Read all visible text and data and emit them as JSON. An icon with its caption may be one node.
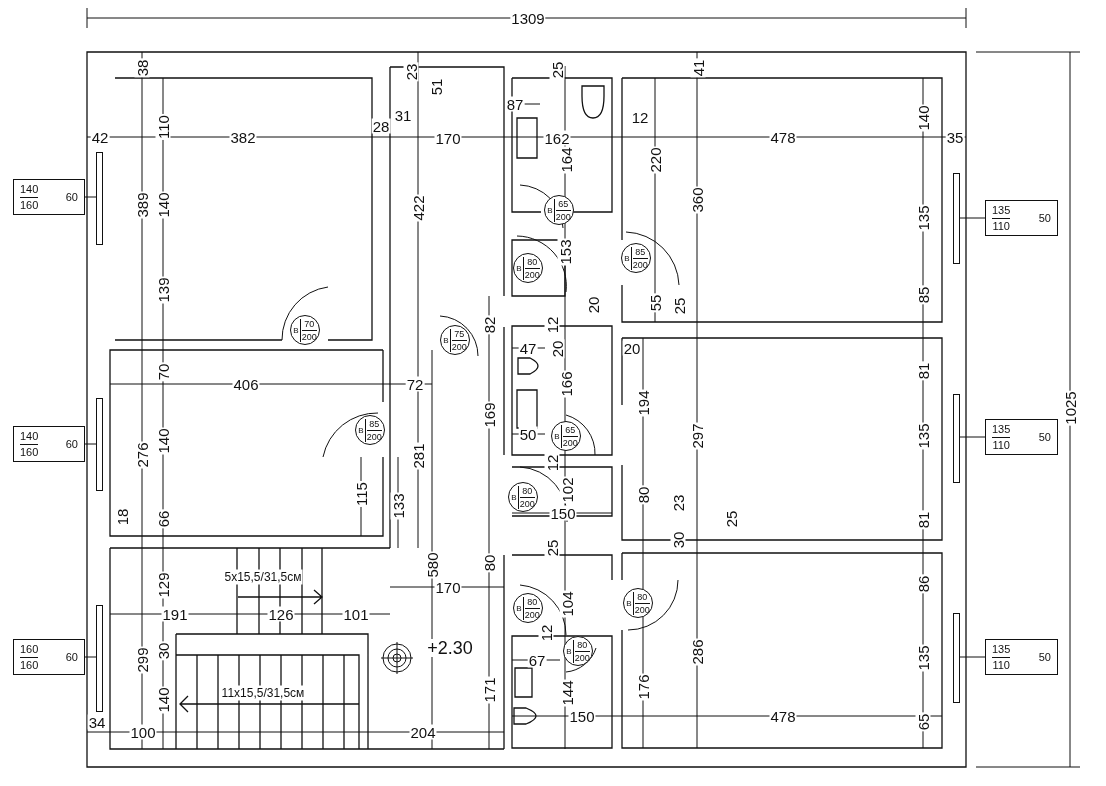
{
  "diagram": {
    "nodes": [
      {
        "text": [
          "140",
          "160",
          "60"
        ]
      },
      {
        "text": [],
        "shape": "box"
      },
      {
        "text": [
          "B",
          "65",
          "200"
        ]
      },
      {
        "text": [],
        "shape": "box"
      },
      {
        "text": [
          "135",
          "110",
          "50"
        ]
      },
      {
        "text": [
          "B",
          "85",
          "200"
        ]
      },
      {
        "text": [
          "B",
          "80",
          "200"
        ]
      },
      {
        "text": [
          "B",
          "70",
          "200"
        ]
      },
      {
        "text": [
          "B",
          "75",
          "200"
        ]
      },
      {
        "text": [
          "140",
          "160",
          "60"
        ]
      },
      {
        "text": [],
        "shape": "box"
      },
      {
        "text": [],
        "shape": "box"
      },
      {
        "text": [
          "135",
          "110",
          "50"
        ]
      },
      {
        "text": [
          "B",
          "85",
          "200"
        ]
      },
      {
        "text": [
          "B",
          "65",
          "200"
        ]
      },
      {
        "text": [
          "B",
          "80",
          "200"
        ]
      },
      {
        "text": [
          "B",
          "80",
          "200"
        ]
      },
      {
        "text": [
          "B",
          "80",
          "200"
        ]
      },
      {
        "text": [
          "160",
          "160",
          "60"
        ]
      },
      {
        "text": [],
        "shape": "box"
      },
      {
        "text": [
          "B",
          "80",
          "200"
        ]
      },
      {
        "text": [],
        "shape": "box"
      },
      {
        "text": [
          "135",
          "110",
          "50"
        ]
      }
    ],
    "edges": [
      {
        "from": 0,
        "to": 1,
        "arrow": "none"
      },
      {
        "from": 4,
        "to": 3,
        "arrow": "none"
      },
      {
        "from": 9,
        "to": 10,
        "arrow": "none"
      },
      {
        "from": 12,
        "to": 11,
        "arrow": "none"
      },
      {
        "from": 18,
        "to": 19,
        "arrow": "none"
      },
      {
        "from": 22,
        "to": 21,
        "arrow": "none"
      }
    ],
    "labels": [
      "1309",
      "38",
      "23",
      "25",
      "41",
      "51",
      "87",
      "31",
      "12",
      "110",
      "140",
      "28",
      "42",
      "382",
      "170",
      "162",
      "478",
      "35",
      "164",
      "220",
      "389",
      "140",
      "422",
      "360",
      "135",
      "153",
      "139",
      "85",
      "20",
      "55",
      "25",
      "82",
      "12",
      "47",
      "20",
      "20",
      "70",
      "81",
      "406",
      "72",
      "166",
      "194",
      "169",
      "50",
      "140",
      "297",
      "135",
      "276",
      "281",
      "12",
      "18",
      "66",
      "115",
      "133",
      "150",
      "102",
      "80",
      "23",
      "25",
      "81",
      "30",
      "25",
      "80",
      "580",
      "5x15,5/31,5см",
      "129",
      "170",
      "86",
      "104",
      "191",
      "126",
      "101",
      "12",
      "299",
      "30",
      "+2.30",
      "67",
      "286",
      "135",
      "11x15,5/31,5см",
      "171",
      "144",
      "176",
      "140",
      "150",
      "478",
      "65",
      "34",
      "100",
      "204",
      "1025"
    ]
  }
}
